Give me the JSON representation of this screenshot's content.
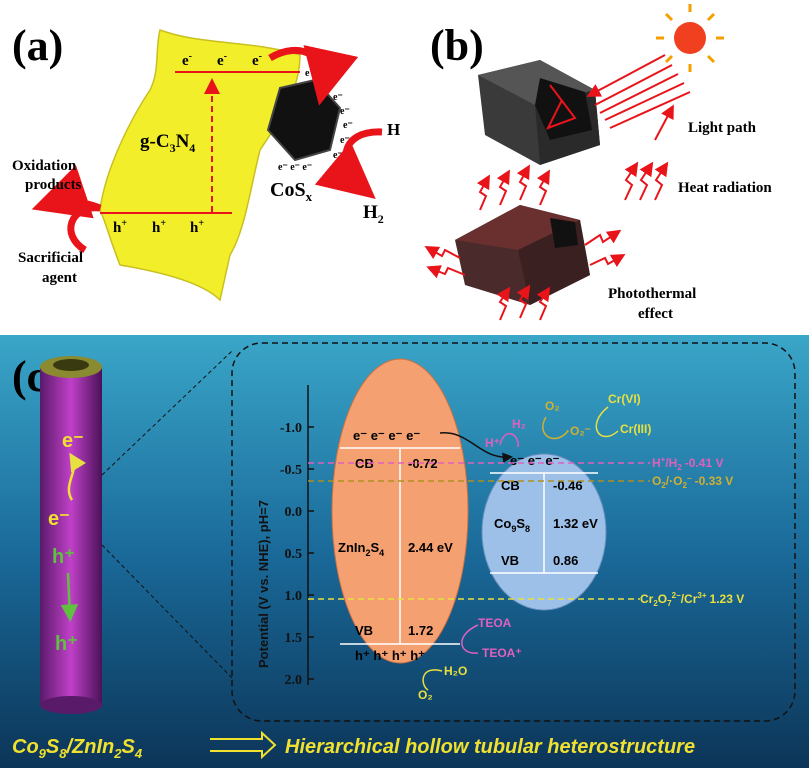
{
  "panel_a": {
    "label": "(a)",
    "e": "e",
    "minus": "-",
    "h": "h",
    "plus": "+",
    "material_prefix": "g-C",
    "material_sub1": "3",
    "material_mid": "N",
    "material_sub2": "4",
    "cocatalyst": "CoS",
    "cocatalyst_sub": "x",
    "oxidation_line1": "Oxidation",
    "oxidation_line2": "products",
    "sacrificial_line1": "Sacrificial",
    "sacrificial_line2": "agent",
    "hplus_base": "H",
    "hplus_sup": "+",
    "h2_base": "H",
    "h2_sub": "2"
  },
  "panel_b": {
    "label": "(b)",
    "light_path": "Light path",
    "heat_radiation": "Heat radiation",
    "photothermal_line1": "Photothermal",
    "photothermal_line2": "effect"
  },
  "panel_c": {
    "label": "(c)",
    "y_axis_label": "Potential (V vs. NHE), pH=7",
    "ticks": [
      "-1.0",
      "-0.5",
      "0.0",
      "0.5",
      "1.0",
      "1.5",
      "2.0"
    ],
    "znin": {
      "name_base": "ZnIn",
      "name_sub1": "2",
      "name_mid": "S",
      "name_sub2": "4",
      "cb_label": "CB",
      "cb_value": "-0.72",
      "gap": "2.44 eV",
      "vb_label": "VB",
      "vb_value": "1.72",
      "electrons": "e⁻ e⁻ e⁻ e⁻",
      "holes": "h⁺ h⁺ h⁺ h⁺"
    },
    "co9s8": {
      "name_base": "Co",
      "name_sub1": "9",
      "name_mid": "S",
      "name_sub2": "8",
      "cb_label": "CB",
      "cb_value": "-0.46",
      "gap": "1.32 eV",
      "vb_label": "VB",
      "vb_value": "0.86",
      "electrons": "e⁻ e⁻ e⁻"
    },
    "levels": {
      "h_base": "H",
      "h_sup": "+",
      "h_sep": "/H",
      "h_sub": "2",
      "h_value": "-0.41 V",
      "o_base": "O",
      "o_sub": "2",
      "o_sep": "/·O",
      "o_sub2": "2",
      "o_sup": "−",
      "o_value": "-0.33 V",
      "cr_base": "Cr",
      "cr_sub1": "2",
      "cr_mid": "O",
      "cr_sub2": "7",
      "cr_sup1": "2−",
      "cr_sep": "/Cr",
      "cr_sup2": "3+",
      "cr_value": "1.23 V"
    },
    "reactions": {
      "h_plus": "H⁺",
      "h2": "H₂",
      "o2": "O₂",
      "o2_radical": "·O₂⁻",
      "cr6": "Cr(VI)",
      "cr3": "Cr(III)",
      "teoa": "TEOA",
      "teoa_plus": "TEOA⁺",
      "h2o": "H₂O",
      "o2_bottom": "O₂"
    },
    "tube": {
      "e1": "e⁻",
      "e2": "e⁻",
      "h1": "h⁺",
      "h2": "h⁺"
    },
    "caption_left_base": "Co",
    "caption_left_sub1": "9",
    "caption_left_mid": "S",
    "caption_left_sub2": "8",
    "caption_left_sep": "/ZnIn",
    "caption_left_sub3": "2",
    "caption_left_end": "S",
    "caption_left_sub4": "4",
    "caption_right": "Hierarchical hollow tubular heterostructure"
  }
}
